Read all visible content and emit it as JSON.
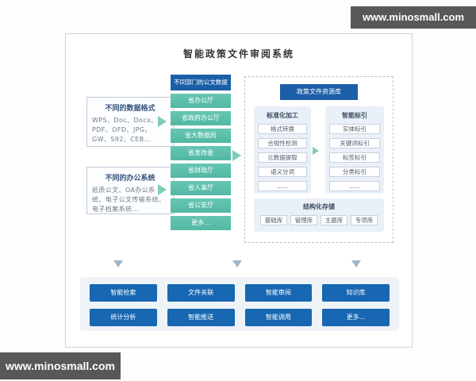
{
  "watermark": {
    "text": "www.minosmall.com"
  },
  "title": "智能政策文件审阅系统",
  "sources": [
    {
      "title": "不同的数据格式",
      "body": "WPS、Doc、Docx、PDF、OFD、JPG、GW、S92、CEB..."
    },
    {
      "title": "不同的办公系统",
      "body": "纸质公文、OA办公系统、电子公文传输系统、电子档案系统..."
    }
  ],
  "departments": {
    "header": "不同部门的公文数据",
    "items": [
      "省办公厅",
      "省政府办公厅",
      "省大数据局",
      "省发改委",
      "省财政厅",
      "省人事厅",
      "省公安厅",
      "更多..."
    ]
  },
  "repository": {
    "header": "政策文件资源库",
    "processing": {
      "title": "标准化加工",
      "items": [
        "格式转换",
        "合规性检测",
        "元数据提取",
        "语义分词",
        "......"
      ]
    },
    "indexing": {
      "title": "智能标引",
      "items": [
        "实体标引",
        "关键词标引",
        "标签标引",
        "分类标引",
        "......"
      ]
    },
    "storage": {
      "title": "结构化存储",
      "items": [
        "基础库",
        "管理库",
        "主题库",
        "专项库"
      ]
    }
  },
  "applications": {
    "rows": [
      [
        "智能检索",
        "文件关联",
        "智能审阅",
        "知识库"
      ],
      [
        "统计分析",
        "智能推送",
        "智能调用",
        "更多..."
      ]
    ]
  },
  "colors": {
    "header_blue": "#1c5fa8",
    "button_blue": "#1767b2",
    "teal_green": "#5abfab",
    "arrow_green": "#7fccb9",
    "panel_bg": "#e9f0f8",
    "watermark_bg": "#58585a"
  }
}
